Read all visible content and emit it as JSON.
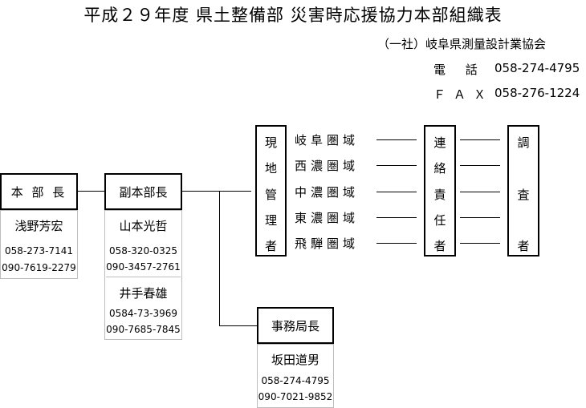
{
  "title": "平成２９年度 県土整備部 災害時応援協力本部組織表",
  "organization": "（一社）岐阜県測量設計業協会",
  "contact": {
    "tel_label": "電 話",
    "tel_value": "058-274-4795",
    "fax_label": "ＦＡＸ",
    "fax_value": "058-276-1224"
  },
  "headquarters_chief": {
    "title": "本 部 長",
    "people": [
      {
        "name": "浅野芳宏",
        "phones": [
          "058-273-7141",
          "090-7619-2279"
        ]
      }
    ]
  },
  "deputy_chief": {
    "title": "副本部長",
    "people": [
      {
        "name": "山本光哲",
        "phones": [
          "058-320-0325",
          "090-3457-2761"
        ]
      },
      {
        "name": "井手春雄",
        "phones": [
          "0584-73-3969",
          "090-7685-7845"
        ]
      }
    ]
  },
  "secretariat_chief": {
    "title": "事務局長",
    "people": [
      {
        "name": "坂田道男",
        "phones": [
          "058-274-4795",
          "090-7021-9852"
        ]
      }
    ]
  },
  "area_managers": [
    "現",
    "地",
    "管",
    "理",
    "者"
  ],
  "regions": [
    "岐阜圏域",
    "西濃圏域",
    "中濃圏域",
    "東濃圏域",
    "飛騨圏域"
  ],
  "liaison": [
    "連",
    "絡",
    "責",
    "任",
    "者"
  ],
  "investigators": [
    "調",
    "査",
    "者"
  ]
}
